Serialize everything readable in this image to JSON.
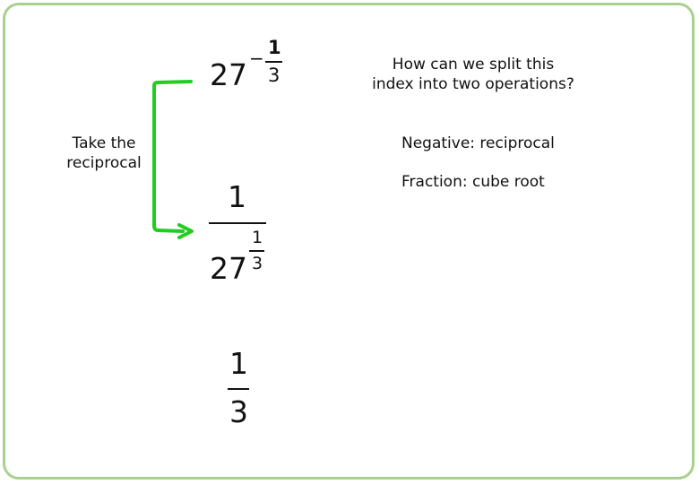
{
  "expression_top": {
    "base": "27",
    "exp_sign": "−",
    "exp_num": "1",
    "exp_den": "3"
  },
  "expression_middle": {
    "numerator": "1",
    "base": "27",
    "exp_num": "1",
    "exp_den": "3"
  },
  "expression_bottom": {
    "numerator": "1",
    "denominator": "3"
  },
  "annotation_left": {
    "line1": "Take the",
    "line2": "reciprocal"
  },
  "question": {
    "line1": "How can we split this",
    "line2": "index into two operations?"
  },
  "notes": {
    "negative": "Negative: reciprocal",
    "fraction": "Fraction: cube root"
  },
  "colors": {
    "border": "#a9d18e",
    "arrow": "#22cc22",
    "text": "#111111"
  }
}
